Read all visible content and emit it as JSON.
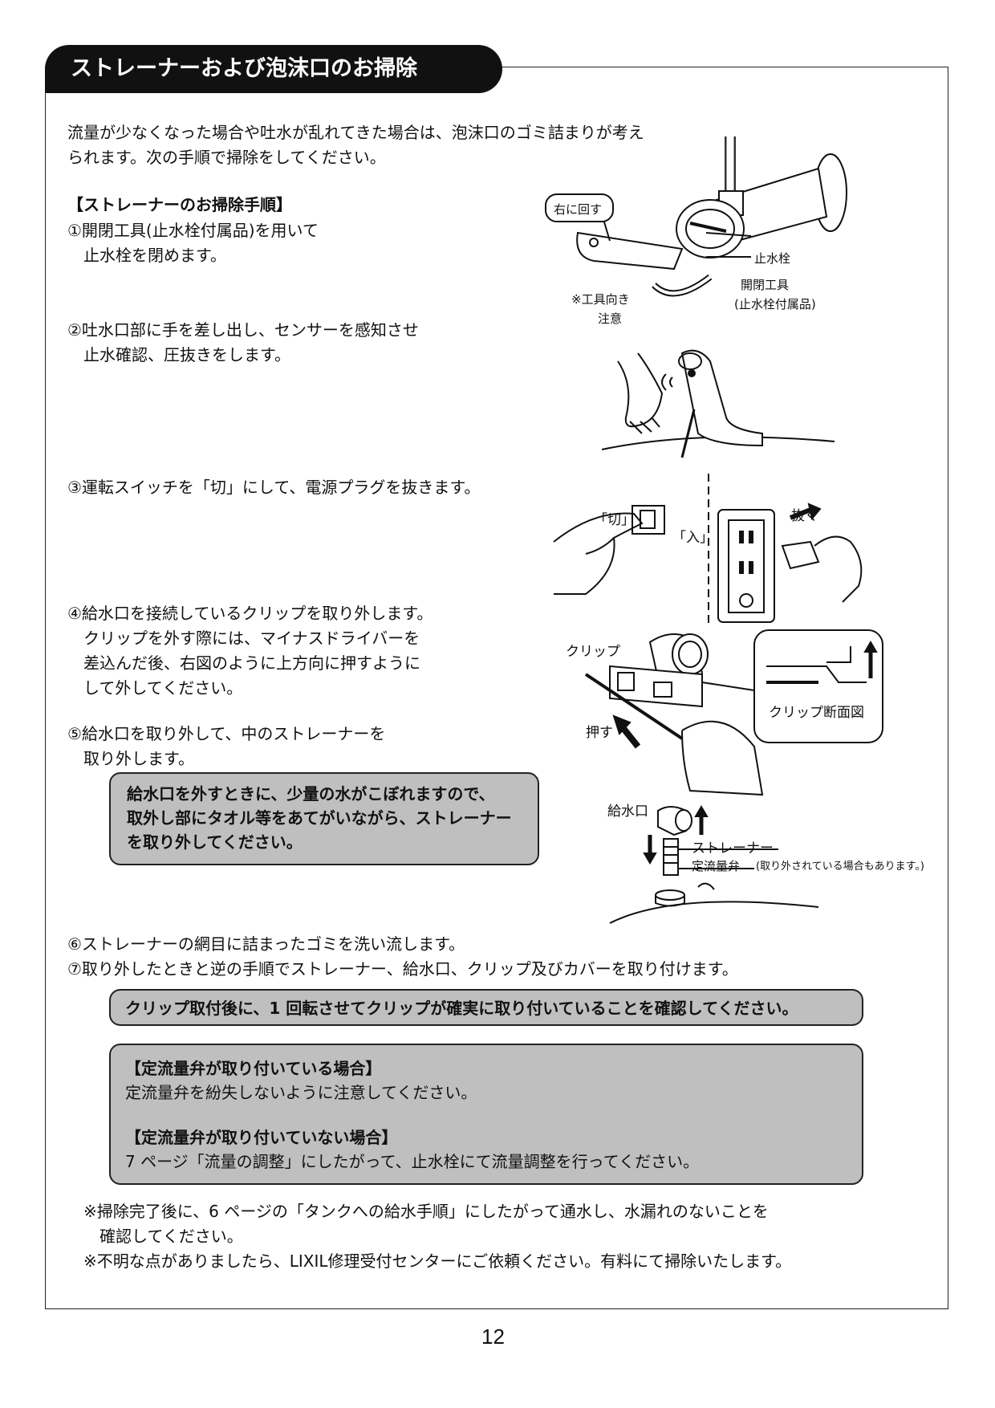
{
  "title": "ストレーナーおよび泡沫口のお掃除",
  "intro": [
    "流量が少なくなった場合や吐水が乱れてきた場合は、泡沫口のゴミ詰まりが考え",
    "られます。次の手順で掃除をしてください。"
  ],
  "procedure_heading": "【ストレーナーのお掃除手順】",
  "steps": {
    "s1": [
      "①開閉工具(止水栓付属品)を用いて",
      "　止水栓を閉めます。"
    ],
    "s2": [
      "②吐水口部に手を差し出し、センサーを感知させ",
      "　止水確認、圧抜きをします。"
    ],
    "s3": [
      "③運転スイッチを「切」にして、電源プラグを抜きます。"
    ],
    "s4": [
      "④給水口を接続しているクリップを取り外します。",
      "　クリップを外す際には、マイナスドライバーを",
      "　差込んだ後、右図のように上方向に押すように",
      "　して外してください。"
    ],
    "s5": [
      "⑤給水口を取り外して、中のストレーナーを",
      "　取り外します。"
    ],
    "s6": "⑥ストレーナーの網目に詰まったゴミを洗い流します。",
    "s7": "⑦取り外したときと逆の手順でストレーナー、給水口、クリップ及びカバーを取り付けます。"
  },
  "callout_water": [
    "給水口を外すときに、少量の水がこぼれますので、",
    "取外し部にタオル等をあてがいながら、ストレーナー",
    "を取り外してください。"
  ],
  "callout_clip": "クリップ取付後に、1 回転させてクリップが確実に取り付いていることを確認してください。",
  "callout_valve": {
    "h1": "【定流量弁が取り付いている場合】",
    "t1": "定流量弁を紛失しないように注意してください。",
    "h2": "【定流量弁が取り付いていない場合】",
    "t2": "7 ページ「流量の調整」にしたがって、止水栓にて流量調整を行ってください。"
  },
  "notes": [
    "※掃除完了後に、6 ページの「タンクへの給水手順」にしたがって通水し、水漏れのないことを",
    "　確認してください。",
    "※不明な点がありましたら、LIXIL修理受付センターにご依頼ください。有料にて掃除いたします。"
  ],
  "figure_labels": {
    "turn_right": "右に回す",
    "stop_valve": "止水栓",
    "tool": "開閉工具",
    "tool_note": "(止水栓付属品)",
    "tool_warn_1": "※工具向き",
    "tool_warn_2": "注意",
    "off": "「切」",
    "on": "「入」",
    "pull": "抜く",
    "clip": "クリップ",
    "push": "押す",
    "clip_section": "クリップ断面図",
    "inlet": "給水口",
    "strainer": "ストレーナー",
    "valve": "定流量弁",
    "valve_note": "(取り外されている場合もあります。)"
  },
  "page_number": "12"
}
